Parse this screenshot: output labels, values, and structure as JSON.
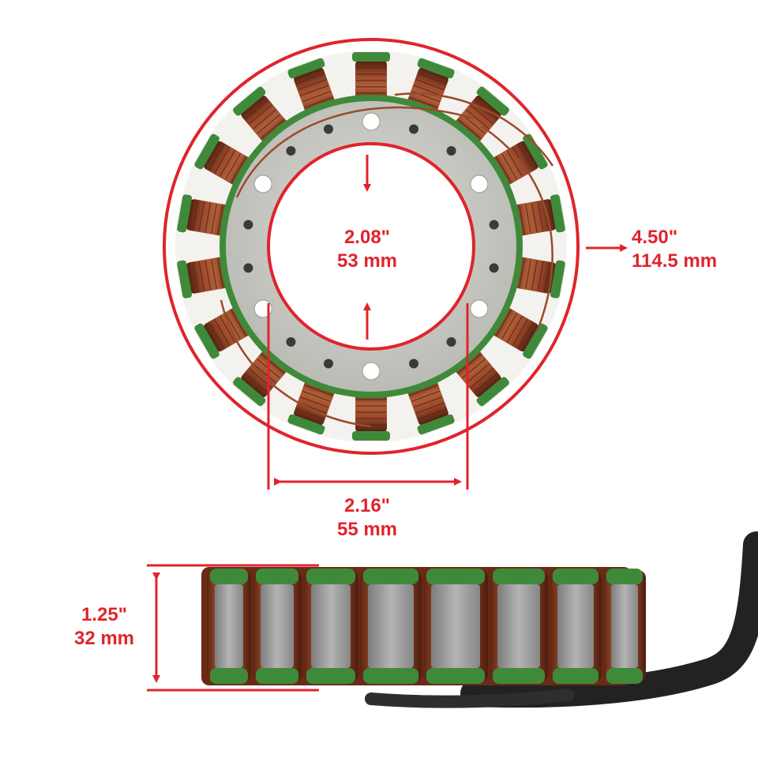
{
  "colors": {
    "dimension_red": "#e0242b",
    "copper": "#9a4a2c",
    "copper_dark": "#5e2412",
    "insulation_green": "#3f8a3a",
    "plate_gray": "#c9c9c4",
    "lamination_gray": "#9c9c9c",
    "harness_black": "#222222"
  },
  "product": {
    "top_view": {
      "coil_count": 18,
      "mounting_hole_count": 18
    },
    "side_view": {
      "visible_coil_count": 8
    }
  },
  "dimensions": {
    "inner_diameter": {
      "inch": "2.08\"",
      "mm": "53 mm"
    },
    "outer_diameter": {
      "inch": "4.50\"",
      "mm": "114.5 mm"
    },
    "bolt_spacing": {
      "inch": "2.16\"",
      "mm": "55 mm"
    },
    "height": {
      "inch": "1.25\"",
      "mm": "32 mm"
    }
  }
}
